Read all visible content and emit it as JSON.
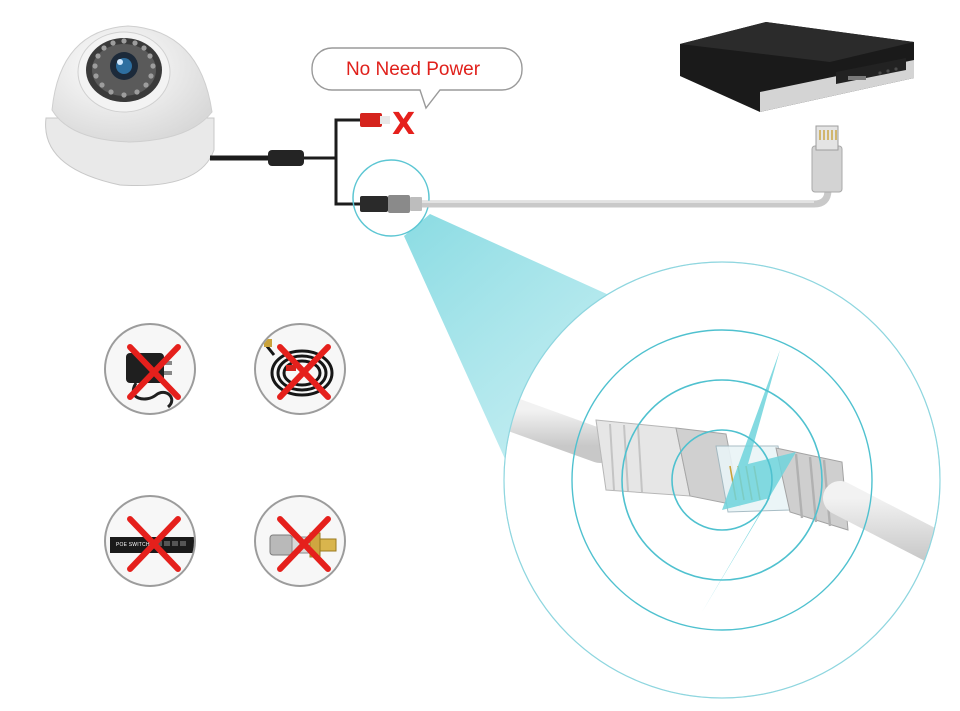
{
  "callout": {
    "text": "No Need Power"
  },
  "unplugged_mark": {
    "text": "X"
  },
  "devices": [
    {
      "id": "ip-camera",
      "icon": "dome-camera-icon"
    },
    {
      "id": "nvr-recorder",
      "icon": "nvr-icon"
    },
    {
      "id": "ethernet-cable",
      "icon": "rj45-plug-icon"
    }
  ],
  "not_needed": [
    {
      "icon": "power-adapter-icon"
    },
    {
      "icon": "coax-cable-icon"
    },
    {
      "icon": "poe-switch-icon",
      "label": "POE SWITCH"
    },
    {
      "icon": "bnc-connector-icon"
    }
  ],
  "colors": {
    "accent_cyan": "#6fd3dc",
    "ring_cyan": "#4fc1cf",
    "cross_red": "#e5201c",
    "cable_gray": "#d6d6d6"
  }
}
